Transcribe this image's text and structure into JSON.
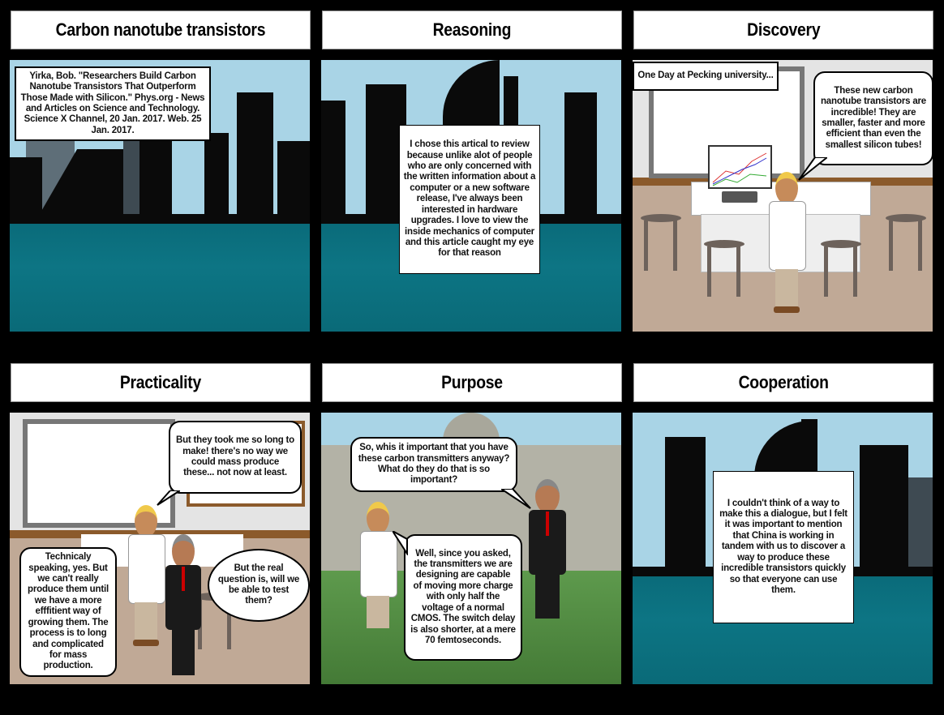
{
  "storyboard": {
    "panels": [
      {
        "id": "p1",
        "title": "Carbon nanotube transistors",
        "scene": "city-skyline-waterfront",
        "text_boxes": [
          {
            "type": "caption",
            "text": "Yirka, Bob. \"Researchers Build Carbon Nanotube Transistors That Outperform Those Made with Silicon.\" Phys.org - News and Articles on Science and Technology. Science X Channel, 20 Jan. 2017. Web. 25 Jan. 2017."
          }
        ]
      },
      {
        "id": "p2",
        "title": "Reasoning",
        "scene": "city-skyline-waterfront",
        "text_boxes": [
          {
            "type": "caption",
            "text": "I chose this artical to review because unlike alot of people who are only concerned with the written information about a computer or a new software release, I've always been interested in hardware upgrades. I love to view the inside mechanics of computer and this article caught my eye for that reason"
          }
        ]
      },
      {
        "id": "p3",
        "title": "Discovery",
        "scene": "science-lab",
        "text_boxes": [
          {
            "type": "caption",
            "text": "One Day at Pecking university..."
          },
          {
            "type": "speech",
            "speaker": "scientist",
            "text": "These new carbon nanotube transistors are incredible! They are smaller, faster and more efficient than even the smallest silicon tubes!"
          }
        ]
      },
      {
        "id": "p4",
        "title": "Practicality",
        "scene": "classroom",
        "text_boxes": [
          {
            "type": "speech",
            "speaker": "scientist",
            "text": "But they took me so long to make! there's no way we could mass produce these... not now at least."
          },
          {
            "type": "speech",
            "speaker": "scientist",
            "text": "Technicaly speaking, yes. But we can't really produce them until we have a more efffitient way of growing them. The process is to long and complicated for mass production."
          },
          {
            "type": "thought",
            "speaker": "businessman",
            "text": "But the real question is, will we be able to test them?"
          }
        ]
      },
      {
        "id": "p5",
        "title": "Purpose",
        "scene": "university-courtyard",
        "text_boxes": [
          {
            "type": "speech",
            "speaker": "businessman",
            "text": "So, whis it important that you have these carbon transmitters anyway? What do they do that is so important?"
          },
          {
            "type": "speech",
            "speaker": "scientist",
            "text": "Well, since you asked, the transmitters we are designing are capable of moving more charge with only half the voltage of a normal CMOS. The switch delay is also shorter, at a mere 70 femtoseconds."
          }
        ]
      },
      {
        "id": "p6",
        "title": "Cooperation",
        "scene": "city-skyline-waterfront",
        "text_boxes": [
          {
            "type": "caption",
            "text": "I couldn't think of a way to make this a dialogue, but I felt it was important to mention that China is working in tandem with us to discover a way to produce these incredible transistors quickly so that everyone can use them."
          }
        ]
      }
    ]
  },
  "colors": {
    "background": "#000000",
    "title_bg": "#ffffff",
    "sky": "#a9d4e6",
    "water": "#0d7584",
    "lab_floor": "#c0a996",
    "wall": "#e4e4e4",
    "grass": "#4e8a3e"
  }
}
